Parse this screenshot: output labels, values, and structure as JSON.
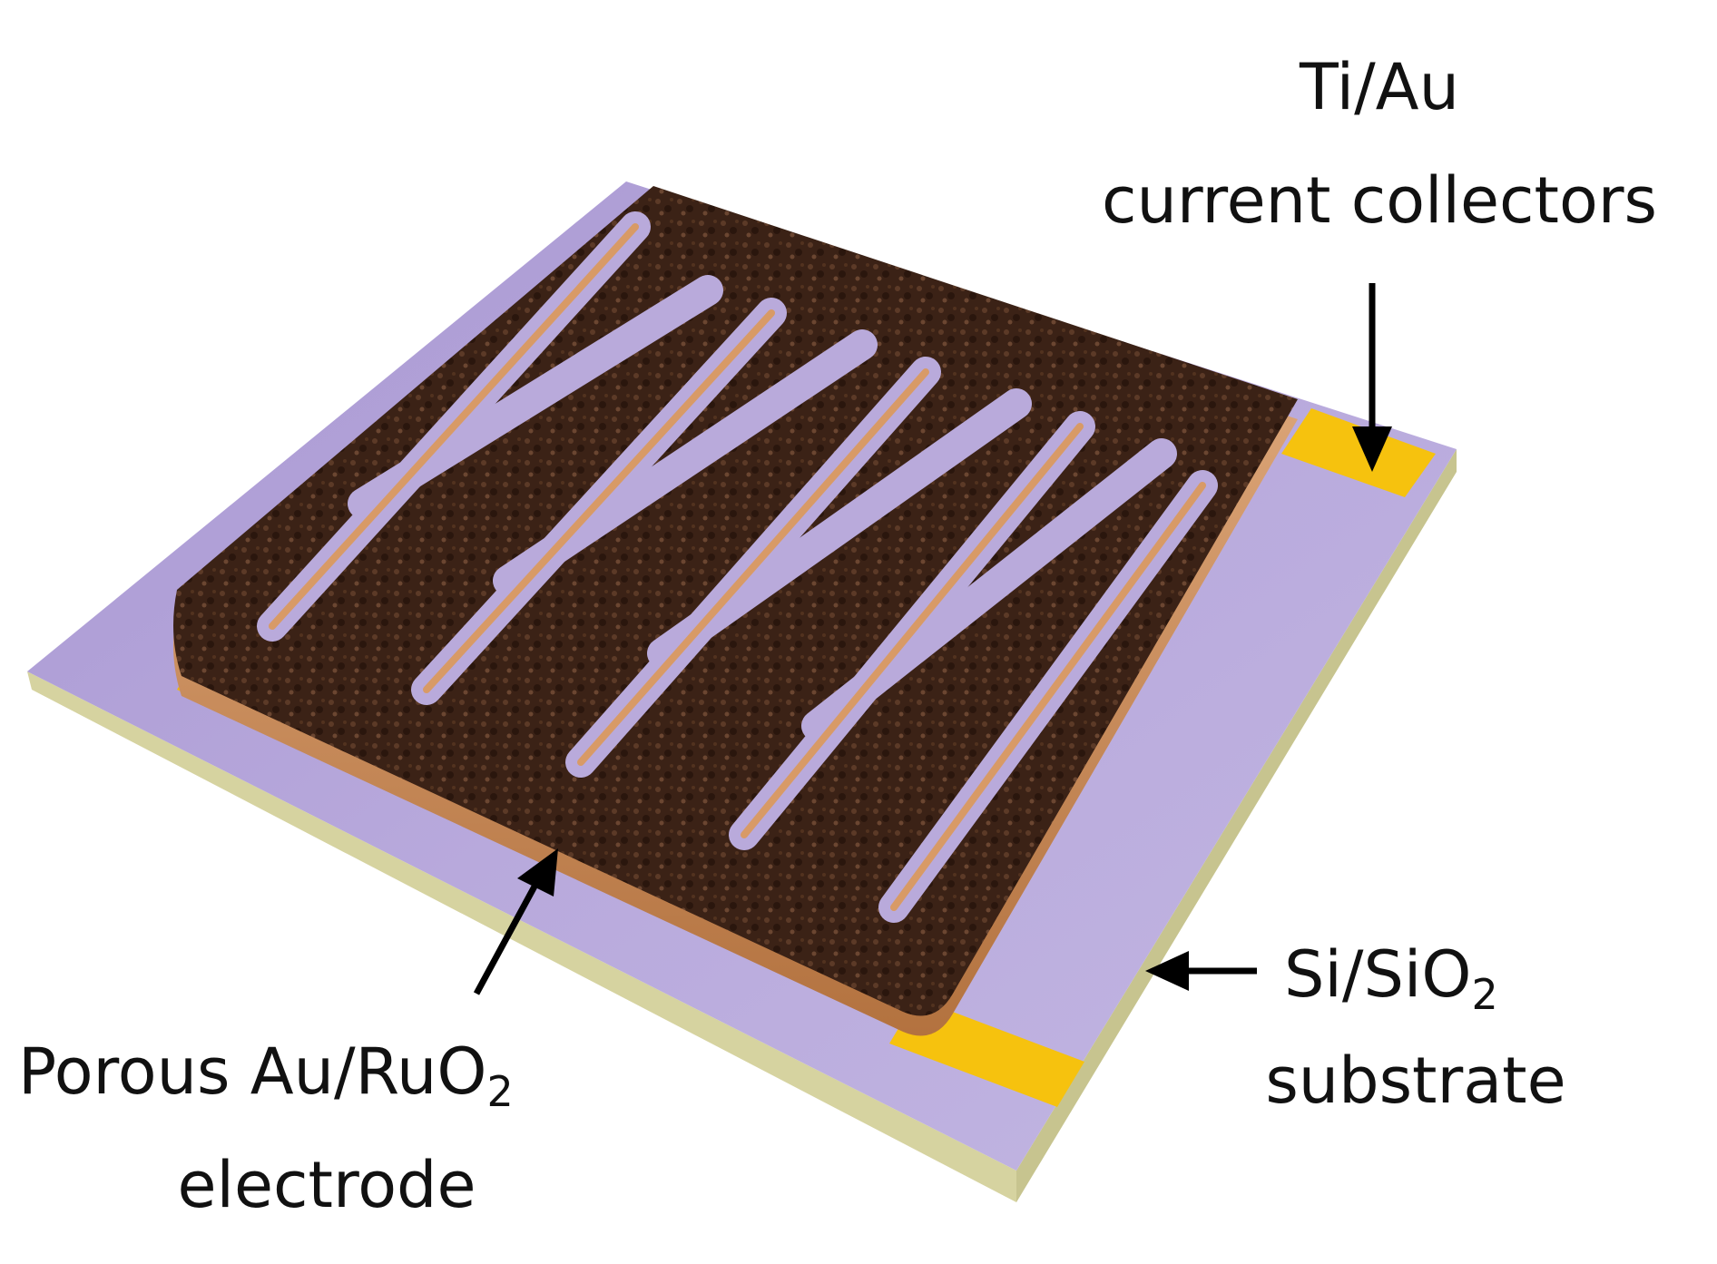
{
  "labels": {
    "collector_line1": "Ti/Au",
    "collector_line2": "current collectors",
    "substrate_prefix": "Si/SiO",
    "substrate_sub": "2",
    "substrate_line2": "substrate",
    "electrode_prefix": "Porous Au/RuO",
    "electrode_sub": "2",
    "electrode_line2": "electrode"
  },
  "colors": {
    "substrate_top": "#b5a5d6",
    "substrate_side": "#d9d5a3",
    "collector": "#f6c20e",
    "electrode_fill": "#3d2418",
    "electrode_wall": "#c98a58",
    "arrow": "#000000"
  }
}
